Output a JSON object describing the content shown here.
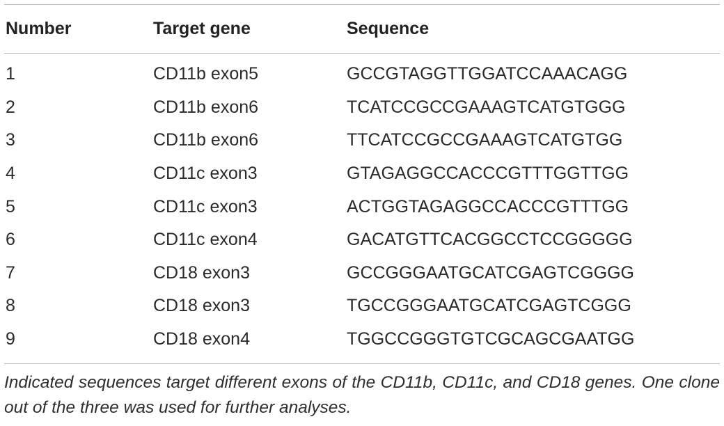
{
  "table": {
    "headers": {
      "number": "Number",
      "target_gene": "Target gene",
      "sequence": "Sequence"
    },
    "rows": [
      {
        "number": "1",
        "target_gene": "CD11b exon5",
        "sequence": "GCCGTAGGTTGGATCCAAACAGG"
      },
      {
        "number": "2",
        "target_gene": "CD11b exon6",
        "sequence": "TCATCCGCCGAAAGTCATGTGGG"
      },
      {
        "number": "3",
        "target_gene": "CD11b exon6",
        "sequence": "TTCATCCGCCGAAAGTCATGTGG"
      },
      {
        "number": "4",
        "target_gene": "CD11c exon3",
        "sequence": "GTAGAGGCCACCCGTTTGGTTGG"
      },
      {
        "number": "5",
        "target_gene": "CD11c exon3",
        "sequence": "ACTGGTAGAGGCCACCCGTTTGG"
      },
      {
        "number": "6",
        "target_gene": "CD11c exon4",
        "sequence": "GACATGTTCACGGCCTCCGGGGG"
      },
      {
        "number": "7",
        "target_gene": "CD18 exon3",
        "sequence": "GCCGGGAATGCATCGAGTCGGGG"
      },
      {
        "number": "8",
        "target_gene": "CD18 exon3",
        "sequence": "TGCCGGGAATGCATCGAGTCGGG"
      },
      {
        "number": "9",
        "target_gene": "CD18 exon4",
        "sequence": "TGGCCGGGTGTCGCAGCGAATGG"
      }
    ],
    "footnote": "Indicated sequences target different exons of the CD11b, CD11c, and CD18 genes. One clone out of the three was used for further analyses."
  }
}
